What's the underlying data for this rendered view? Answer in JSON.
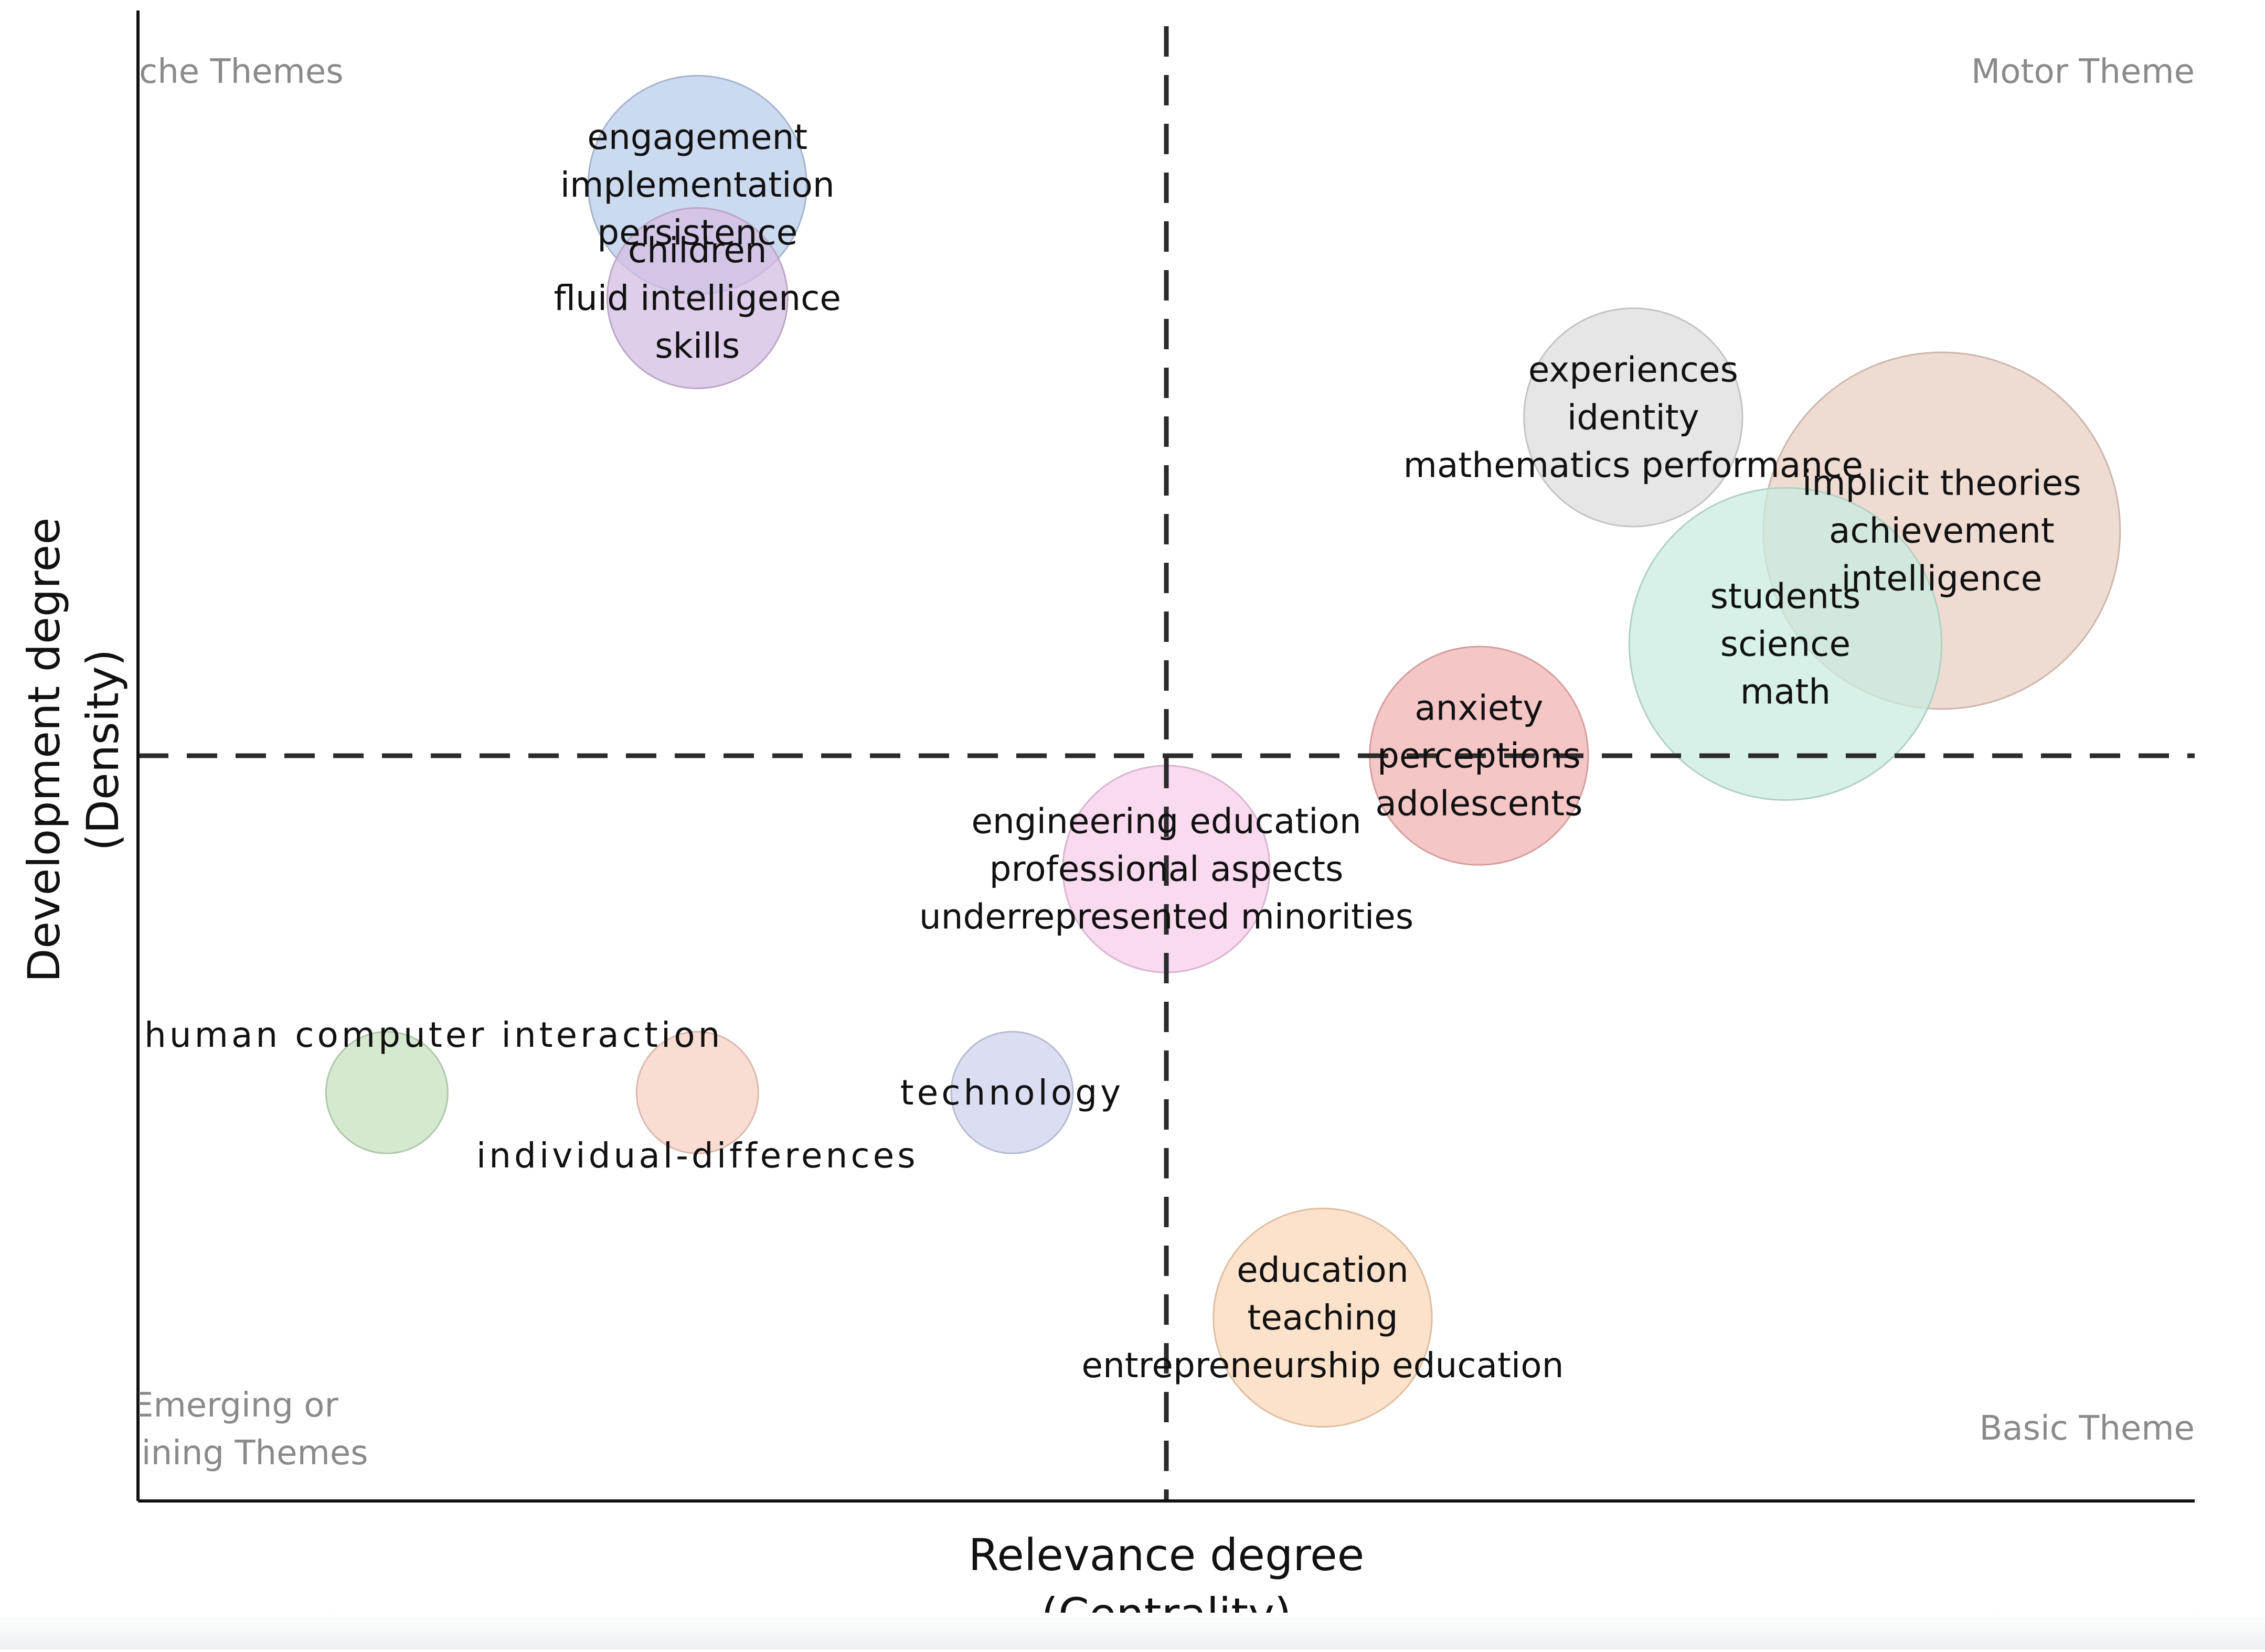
{
  "chart_data": {
    "type": "scatter",
    "subtype": "thematic-map",
    "xlabel": [
      "Relevance degree",
      "(Centrality)"
    ],
    "ylabel": [
      "Development degree",
      "(Density)"
    ],
    "xlim": [
      0,
      1
    ],
    "ylim": [
      0,
      1
    ],
    "reference_lines": {
      "x": 0.5,
      "y": 0.5,
      "style": "dashed"
    },
    "grid": false,
    "quadrant_labels": {
      "top_left": [
        "che Themes"
      ],
      "top_right": [
        "Motor Theme"
      ],
      "bottom_left": [
        "Emerging or",
        "lining Themes"
      ],
      "bottom_right": [
        "Basic Theme"
      ]
    },
    "clusters": [
      {
        "labels": [
          "engagement",
          "implementation",
          "persistence"
        ],
        "x": 0.272,
        "y": 0.883,
        "size": 0.28,
        "color": "#b9cdea"
      },
      {
        "labels": [
          "children",
          "fluid intelligence",
          "skills"
        ],
        "x": 0.272,
        "y": 0.807,
        "size": 0.16,
        "color": "#d4bde3"
      },
      {
        "labels": [
          "experiences",
          "identity",
          "mathematics performance"
        ],
        "x": 0.727,
        "y": 0.727,
        "size": 0.28,
        "color": "#dedede"
      },
      {
        "labels": [
          "implicit theories",
          "achievement",
          "intelligence"
        ],
        "x": 0.877,
        "y": 0.651,
        "size": 1.0,
        "color": "#e8cfc2"
      },
      {
        "labels": [
          "students",
          "science",
          "math"
        ],
        "x": 0.801,
        "y": 0.575,
        "size": 0.72,
        "color": "#c9ece0"
      },
      {
        "labels": [
          "anxiety",
          "perceptions",
          "adolescents"
        ],
        "x": 0.652,
        "y": 0.5,
        "size": 0.28,
        "color": "#f2b3b3"
      },
      {
        "labels": [
          "engineering education",
          "professional aspects",
          "underrepresented minorities"
        ],
        "x": 0.5,
        "y": 0.424,
        "size": 0.24,
        "color": "#f7cdea"
      },
      {
        "labels": [
          "human computer interaction"
        ],
        "x": 0.121,
        "y": 0.274,
        "size": 0.04,
        "color": "#c7e2c2",
        "label_pos": "above-left"
      },
      {
        "labels": [
          "individual-differences"
        ],
        "x": 0.272,
        "y": 0.274,
        "size": 0.04,
        "color": "#f8d2c3",
        "label_pos": "below"
      },
      {
        "labels": [
          "technology"
        ],
        "x": 0.425,
        "y": 0.274,
        "size": 0.04,
        "color": "#cfd3ef",
        "label_pos": "on"
      },
      {
        "labels": [
          "education",
          "teaching",
          "entrepreneurship education"
        ],
        "x": 0.576,
        "y": 0.123,
        "size": 0.28,
        "color": "#fbd8b8"
      }
    ]
  }
}
